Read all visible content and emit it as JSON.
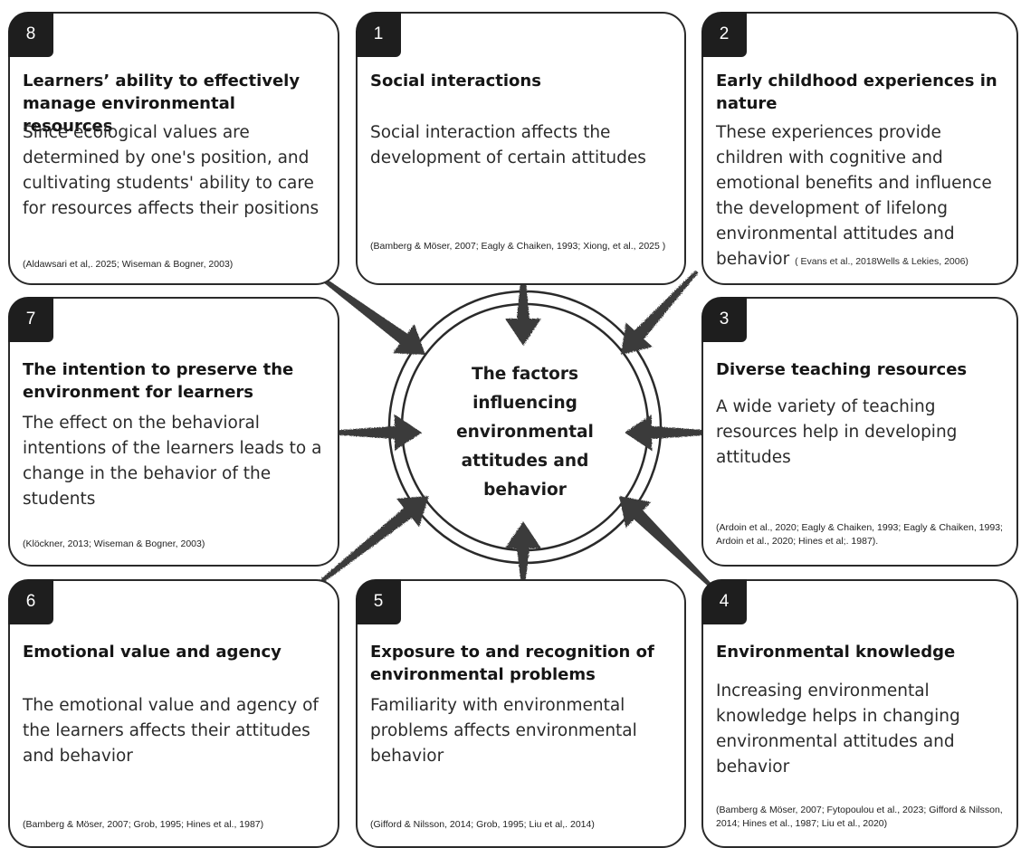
{
  "center": {
    "title": "The factors influencing environmental attitudes and behavior"
  },
  "boxes": [
    {
      "number": "8",
      "title": "Learners’ ability to effectively manage environmental resources",
      "body": "Since ecological values are determined by one's position, and cultivating students' ability to care for resources affects their positions",
      "citation": "(Aldawsari et al,. 2025; Wiseman & Bogner, 2003)"
    },
    {
      "number": "1",
      "title": "Social interactions",
      "body": "Social interaction affects the development of certain attitudes",
      "citation": "(Bamberg & Möser, 2007; Eagly & Chaiken, 1993; Xiong, et al., 2025 )"
    },
    {
      "number": "2",
      "title": "Early childhood experiences in nature",
      "body": "These experiences provide children with cognitive and emotional benefits and influence the development of lifelong environmental attitudes and behavior",
      "citation": "( Evans et al., 2018Wells & Lekies, 2006)"
    },
    {
      "number": "7",
      "title": "The intention to preserve the environment for learners",
      "body": "The effect on the behavioral intentions of the learners leads to a change in the behavior of the students",
      "citation": "(Klöckner, 2013; Wiseman & Bogner, 2003)"
    },
    {
      "number": "3",
      "title": "Diverse teaching resources",
      "body": "A wide variety of teaching resources help in developing attitudes",
      "citation": "(Ardoin et al., 2020; Eagly & Chaiken, 1993; Eagly & Chaiken, 1993; Ardoin et al., 2020; Hines et al;. 1987)."
    },
    {
      "number": "6",
      "title": "Emotional value and agency",
      "body": "The emotional value and agency of the learners affects their attitudes and behavior",
      "citation": "(Bamberg & Möser, 2007; Grob, 1995; Hines et al., 1987)"
    },
    {
      "number": "5",
      "title": "Exposure to and recognition of environmental problems",
      "body": "Familiarity with environmental problems affects environmental behavior",
      "citation": "(Gifford & Nilsson, 2014; Grob, 1995;  Liu et al,. 2014)"
    },
    {
      "number": "4",
      "title": "Environmental knowledge",
      "body": "Increasing environmental knowledge helps in changing environmental attitudes and behavior",
      "citation": "(Bamberg & Möser, 2007; Fytopoulou et al., 2023; Gifford & Nilsson, 2014; Hines et al., 1987; Liu et al., 2020)"
    }
  ]
}
